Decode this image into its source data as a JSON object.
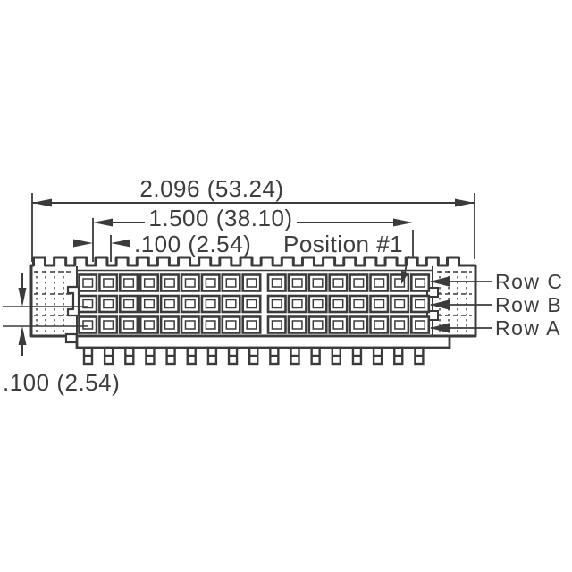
{
  "colors": {
    "background": "#ffffff",
    "line": "#3b3b3b",
    "text": "#3d3d3d"
  },
  "dimensions": {
    "overall_width": "2.096 (53.24)",
    "contact_span": "1.500 (38.10)",
    "contact_pitch": ".100 (2.54)",
    "row_pitch": ".100 (2.54)"
  },
  "labels": {
    "position": "Position #1",
    "rows": [
      "Row C",
      "Row B",
      "Row A"
    ]
  }
}
